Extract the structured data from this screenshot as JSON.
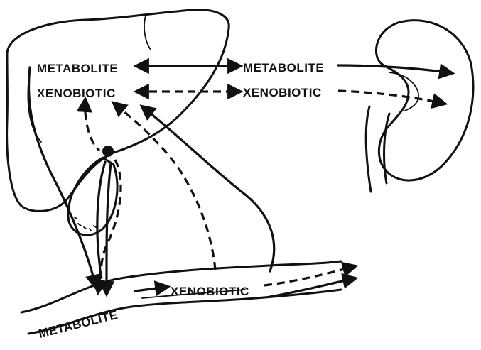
{
  "labels": {
    "liver_metabolite": "METABOLITE",
    "liver_xenobiotic": "XENOBIOTIC",
    "kidney_metabolite": "METABOLITE",
    "kidney_xenobiotic": "XENOBIOTIC",
    "intestine_xenobiotic": "XENOBIOTIC",
    "intestine_metabolite": "METABOLITE"
  },
  "colors": {
    "ink": "#111111",
    "paper": "#ffffff"
  }
}
